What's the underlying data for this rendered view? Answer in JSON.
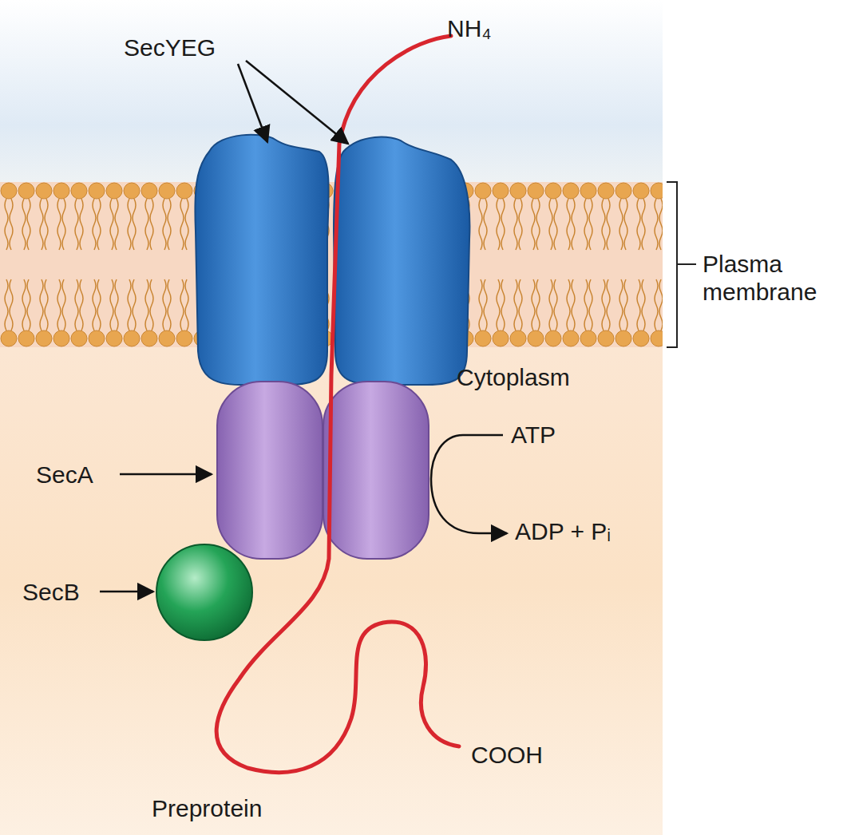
{
  "diagram": {
    "labels": [
      "NH₄",
      "SecYEG",
      "Plasma membrane",
      "Cytoplasm",
      "SecA",
      "ATP",
      "ADP + Pᵢ",
      "SecB",
      "COOH",
      "Preprotein"
    ]
  }
}
